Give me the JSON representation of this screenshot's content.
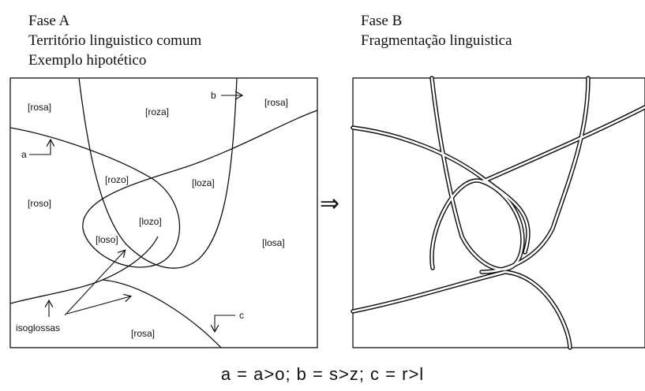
{
  "phase_a": {
    "title": "Fase A",
    "subtitle1": "Território linguistico comum",
    "subtitle2": "Exemplo hipotético"
  },
  "phase_b": {
    "title": "Fase B",
    "subtitle1": "Fragmentação linguistica"
  },
  "map_a": {
    "regions": {
      "rosa_top_left": "[rosa]",
      "roza": "[roza]",
      "rosa_top_right": "[rosa]",
      "rozo": "[rozo]",
      "loza": "[loza]",
      "roso": "[roso]",
      "lozo": "[lozo]",
      "loso": "[loso]",
      "losa": "[losa]",
      "rosa_bottom": "[rosa]"
    },
    "markers": {
      "a": "a",
      "b": "b",
      "c": "c"
    },
    "isoglossas_label": "isoglossas"
  },
  "transition_arrow": "⇒",
  "legend_formula": "a = a>o; b = s>z; c = r>l"
}
